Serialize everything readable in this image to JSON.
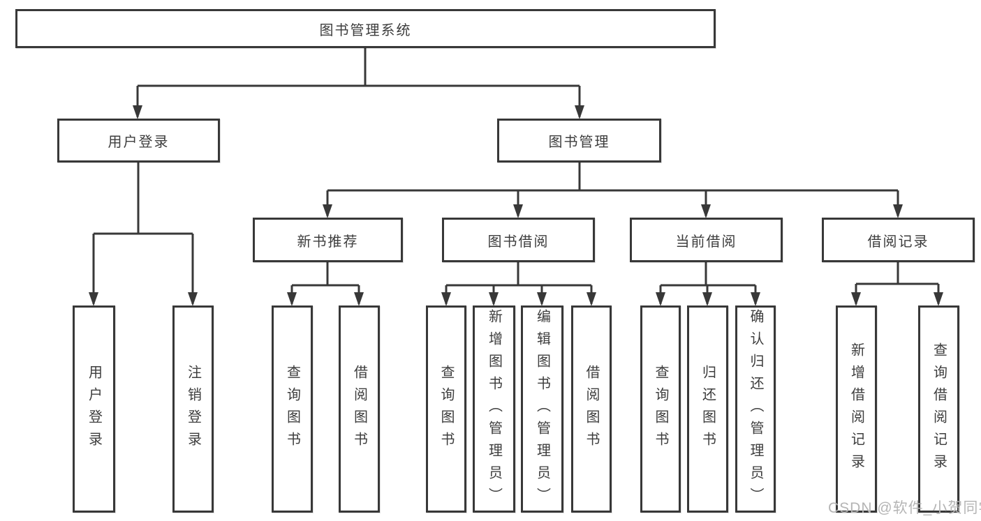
{
  "tree": {
    "root": "图书管理系统",
    "level2": {
      "user_login": "用户登录",
      "book_mgmt": "图书管理"
    },
    "level3": {
      "new_book_rec": "新书推荐",
      "book_borrow": "图书借阅",
      "current_borrow": "当前借阅",
      "borrow_records": "借阅记录"
    },
    "leaves": {
      "login": "用户登录",
      "logout": "注销登录",
      "rec_query": "查询图书",
      "rec_borrow": "借阅图书",
      "bb_query": "查询图书",
      "bb_add": "新增图书（管理员）",
      "bb_edit": "编辑图书（管理员）",
      "bb_borrow": "借阅图书",
      "cb_query": "查询图书",
      "cb_return": "归还图书",
      "cb_confirm": "确认归还（管理员）",
      "br_add": "新增借阅记录",
      "br_query": "查询借阅记录"
    }
  },
  "watermark": "CSDN @软件_小贺同学",
  "colors": {
    "line": "#383838",
    "text": "#3d3d3d",
    "box_fill": "#ffffff",
    "background": "#ffffff",
    "watermark": "#b5b5b5"
  }
}
